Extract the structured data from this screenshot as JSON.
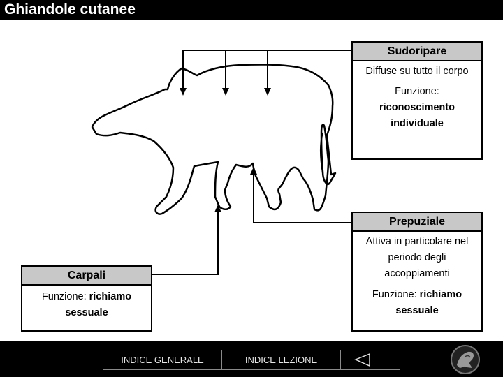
{
  "title": "Ghiandole cutanee",
  "sudoripare": {
    "header": "Sudoripare",
    "line1": "Diffuse su tutto il corpo",
    "funzione_label": "Funzione:",
    "funzione_value_1": "riconoscimento",
    "funzione_value_2": "individuale"
  },
  "prepuziale": {
    "header": "Prepuziale",
    "desc1": "Attiva in particolare nel",
    "desc2": "periodo degli",
    "desc3": "accoppiamenti",
    "funzione_label": "Funzione:",
    "funzione_value_a": "richiamo",
    "funzione_value_b": "sessuale"
  },
  "carpali": {
    "header": "Carpali",
    "funzione_label": "Funzione:",
    "funzione_value_a": "richiamo",
    "funzione_value_b": "sessuale"
  },
  "footer": {
    "btn_general": "INDICE GENERALE",
    "btn_lesson": "INDICE LEZIONE",
    "back_icon": "back-triangle-icon",
    "logo_icon": "boar-head-logo-icon"
  },
  "colors": {
    "header_bg": "#c8c8c8",
    "bar_bg": "#000000"
  }
}
